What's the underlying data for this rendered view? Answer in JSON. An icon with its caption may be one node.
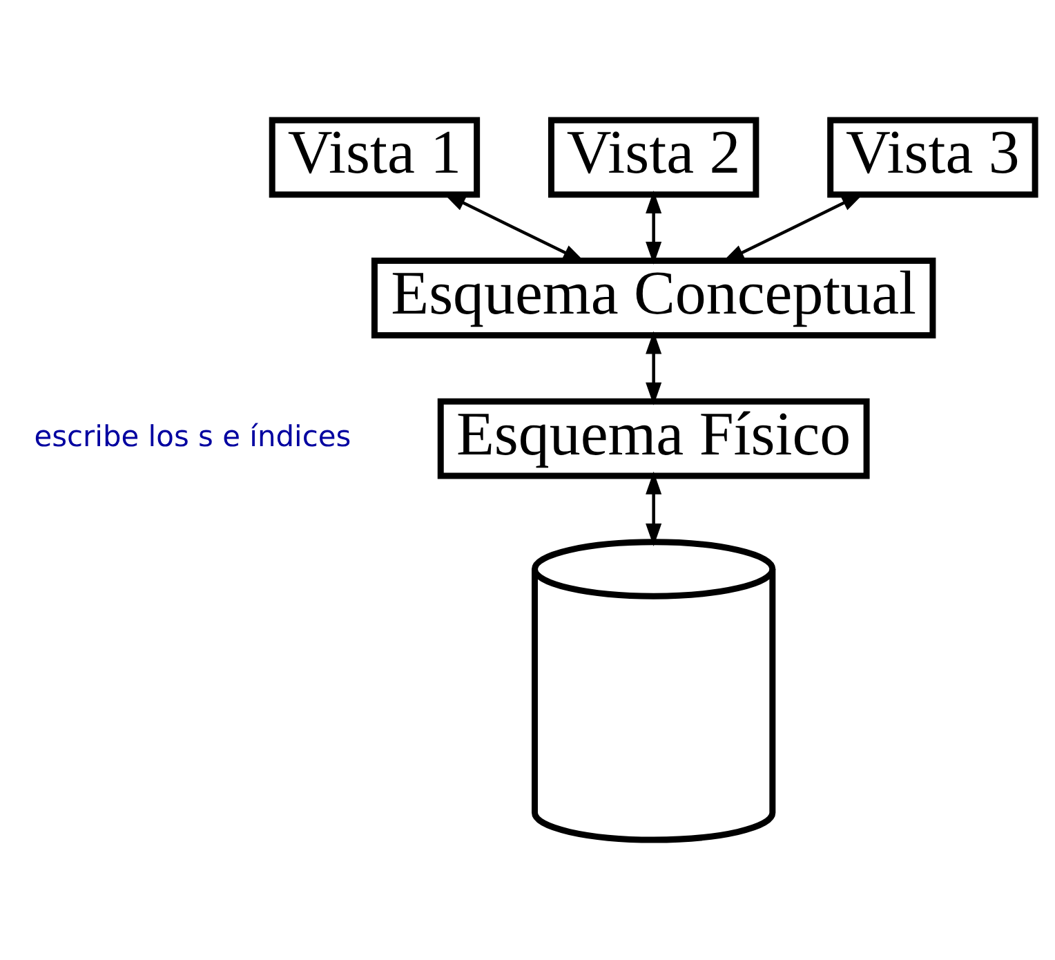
{
  "diagram": {
    "nodes": [
      {
        "text": [
          "Vista 1"
        ]
      },
      {
        "text": [
          "Vista 2"
        ]
      },
      {
        "text": [
          "Vista 3"
        ]
      },
      {
        "text": [
          "Esquema Conceptual"
        ]
      },
      {
        "text": [
          "Esquema Físico"
        ]
      },
      {
        "text": [],
        "shape": "cylinder"
      }
    ],
    "edges": [
      {
        "from": 0,
        "to": 3,
        "arrow": "both"
      },
      {
        "from": 1,
        "to": 3,
        "arrow": "both"
      },
      {
        "from": 2,
        "to": 3,
        "arrow": "both"
      },
      {
        "from": 3,
        "to": 4,
        "arrow": "both"
      },
      {
        "from": 4,
        "to": 5,
        "arrow": "both"
      }
    ],
    "labels": [
      "escribe los s e índices"
    ]
  }
}
